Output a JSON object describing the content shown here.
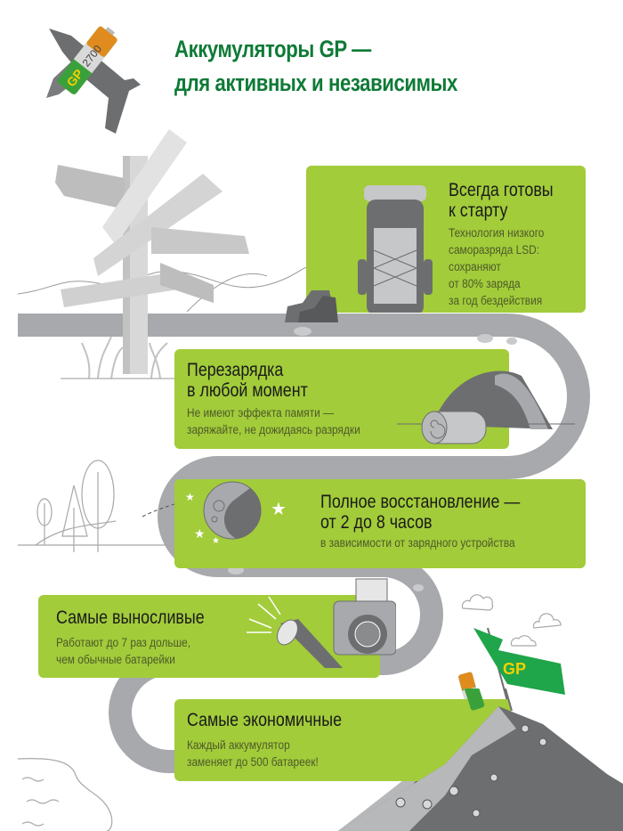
{
  "header": {
    "title_line1": "Аккумуляторы GP —",
    "title_line2": "для активных и независимых",
    "title_color": "#0e7a36"
  },
  "battery_icon": {
    "brand": "GP",
    "capacity": "2700"
  },
  "panels": [
    {
      "heading_lines": [
        "Всегда готовы",
        "к старту"
      ],
      "body_lines": [
        "Технология низкого",
        "саморазряда LSD:",
        "сохраняют",
        "от 80% заряда",
        "за год бездействия"
      ],
      "illustration": "backpack-and-boots"
    },
    {
      "heading_lines": [
        "Перезарядка",
        "в любой момент"
      ],
      "body_lines": [
        "Не имеют эффекта памяти —",
        "заряжайте, не дожидаясь разрядки"
      ],
      "illustration": "tent-and-sleeping-mat"
    },
    {
      "heading_lines": [
        "Полное восстановление —",
        "от 2 до 8 часов"
      ],
      "body_lines": [
        "в зависимости от зарядного устройства"
      ],
      "illustration": "moon-and-stars"
    },
    {
      "heading_lines": [
        "Самые выносливые"
      ],
      "body_lines": [
        "Работают до 7 раз дольше,",
        "чем обычные батарейки"
      ],
      "illustration": "flashlight-and-camera"
    },
    {
      "heading_lines": [
        "Самые экономичные"
      ],
      "body_lines": [
        "Каждый аккумулятор",
        "заменяет до 500 батареек!"
      ],
      "illustration": "mountain-of-batteries"
    }
  ],
  "flag": {
    "label": "GP",
    "color": "#1fa54a",
    "text_color": "#f5d000"
  },
  "colors": {
    "panel_green": "#a2cc3a",
    "road_gray": "#a7a9ac",
    "dark_gray": "#6d6e70"
  }
}
